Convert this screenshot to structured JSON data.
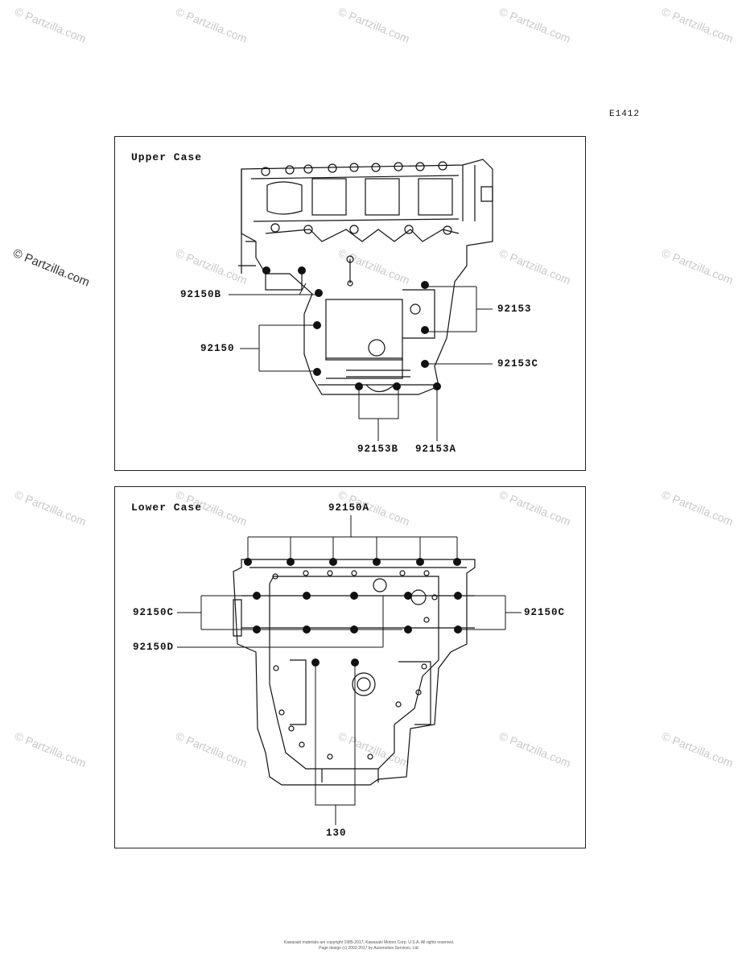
{
  "diagram_code": "E1412",
  "watermark_text": "© Partzilla.com",
  "upper_case": {
    "title": "Upper Case",
    "callouts": {
      "c92150B": "92150B",
      "c92150": "92150",
      "c92153": "92153",
      "c92153C": "92153C",
      "c92153B": "92153B",
      "c92153A": "92153A"
    }
  },
  "lower_case": {
    "title": "Lower Case",
    "callouts": {
      "c92150A": "92150A",
      "c92150C_left": "92150C",
      "c92150C_right": "92150C",
      "c92150D": "92150D",
      "c130": "130"
    }
  },
  "footer": {
    "line1": "Kawasaki materials are copyright 1985-2017, Kawasaki Motors Corp. U.S.A. All rights reserved.",
    "line2": "Page design (c) 2002-2017 by Automotive Services, Ltd."
  }
}
